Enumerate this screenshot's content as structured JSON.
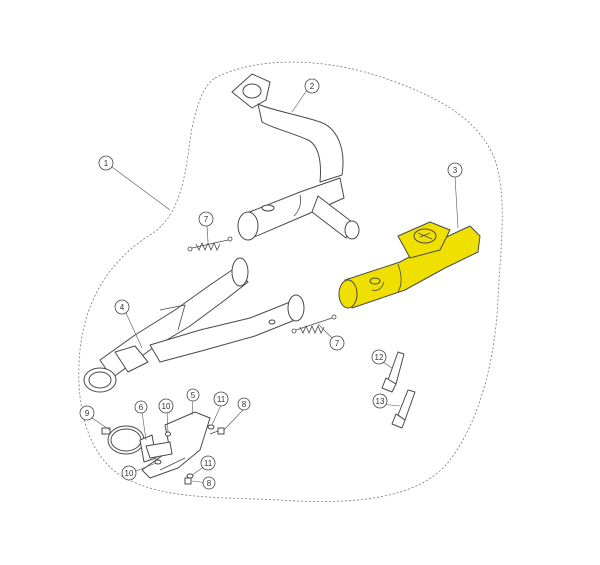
{
  "diagram": {
    "highlight_color": "#f0e000",
    "outline_color": "#4a4a4a",
    "callouts": [
      {
        "id": "c1",
        "label": "1"
      },
      {
        "id": "c2",
        "label": "2"
      },
      {
        "id": "c3",
        "label": "3"
      },
      {
        "id": "c4",
        "label": "4"
      },
      {
        "id": "c5",
        "label": "5"
      },
      {
        "id": "c6",
        "label": "6"
      },
      {
        "id": "c7a",
        "label": "7"
      },
      {
        "id": "c7b",
        "label": "7"
      },
      {
        "id": "c8a",
        "label": "8"
      },
      {
        "id": "c8b",
        "label": "8"
      },
      {
        "id": "c9",
        "label": "9"
      },
      {
        "id": "c10a",
        "label": "10"
      },
      {
        "id": "c10b",
        "label": "10"
      },
      {
        "id": "c11a",
        "label": "11"
      },
      {
        "id": "c11b",
        "label": "11"
      },
      {
        "id": "c12",
        "label": "12"
      },
      {
        "id": "c13",
        "label": "13"
      }
    ]
  }
}
